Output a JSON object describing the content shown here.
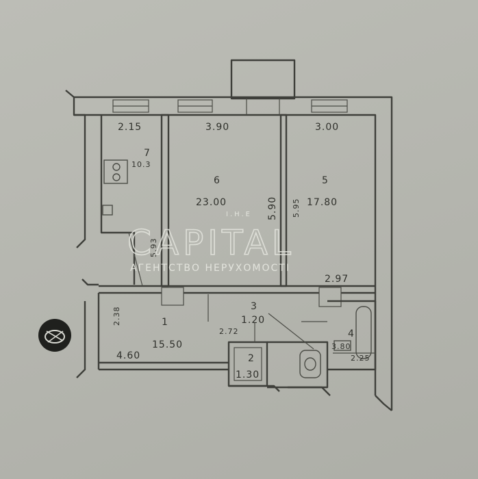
{
  "rooms": [
    {
      "id": "7",
      "area": "10.3"
    },
    {
      "id": "6",
      "area": "23.00"
    },
    {
      "id": "5",
      "area": "17.80"
    },
    {
      "id": "1",
      "area": "15.50"
    },
    {
      "id": "3",
      "area": "1.20"
    },
    {
      "id": "2",
      "area": "1.30"
    },
    {
      "id": "4",
      "area": "3.80"
    }
  ],
  "dimensions": {
    "room7_width": "2.15",
    "room6_width": "3.90",
    "room5_width": "3.00",
    "room6_depth": "5.90",
    "room5_depth": "5.95",
    "room7_depth": "5.93",
    "room5_bottom": "2.97",
    "hall_depth": "2.38",
    "hall_width": "4.60",
    "corridor_width": "2.72",
    "bath_width": "2.25"
  },
  "watermark": {
    "brand": "CAPITAL",
    "tagline": "АГЕНТСТВО НЕРУХОМОСТІ",
    "top": "I.H.E"
  },
  "colors": {
    "paper": "#b7b8b1",
    "ink": "#3e3f3a",
    "watermark": "#e6e7e0"
  }
}
